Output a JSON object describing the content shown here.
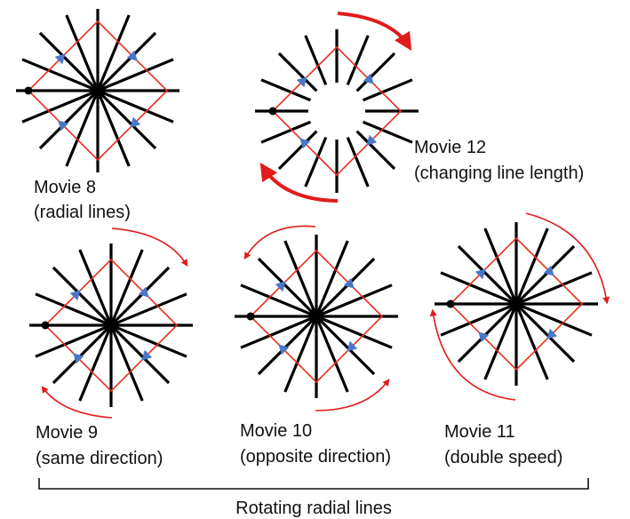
{
  "captions": {
    "movie8": {
      "line1": "Movie 8",
      "line2": "(radial lines)"
    },
    "movie12": {
      "line1": "Movie 12",
      "line2": "(changing line length)"
    },
    "movie9": {
      "line1": "Movie 9",
      "line2": "(same direction)"
    },
    "movie10": {
      "line1": "Movie 10",
      "line2": "(opposite direction)"
    },
    "movie11": {
      "line1": "Movie 11",
      "line2": "(double speed)"
    }
  },
  "footer": {
    "label": "Rotating radial lines"
  },
  "colors": {
    "lines": "#000000",
    "square": "#e8301c",
    "arrows": "#e21b1b",
    "markers": "#4a78c8",
    "dot": "#000000"
  },
  "icons": [
    "radial-lines-stimulus",
    "red-square-outline",
    "blue-triangle-marker",
    "rotation-arrow",
    "start-dot"
  ]
}
